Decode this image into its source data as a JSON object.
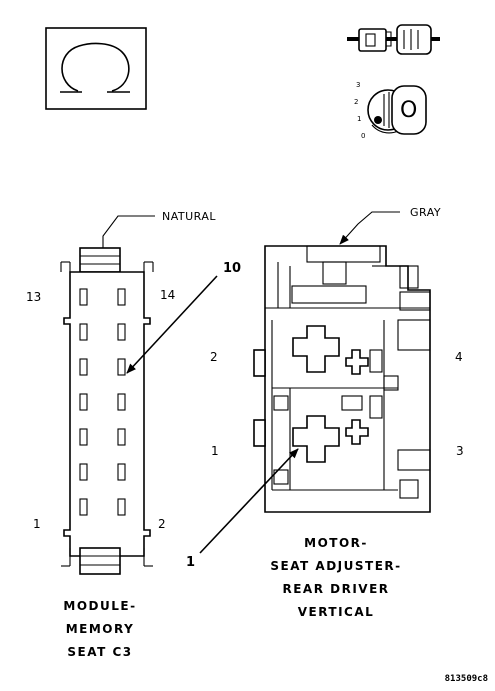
{
  "legend": {
    "key_positions": [
      "3",
      "2",
      "1",
      "0"
    ],
    "key_glyph": "O"
  },
  "connector_left": {
    "color_label": "NATURAL",
    "pin_labels": {
      "top_left": "13",
      "top_right": "14",
      "bottom_left": "1",
      "bottom_right": "2"
    },
    "callout": "10",
    "caption_lines": [
      "MODULE-",
      "MEMORY",
      "SEAT C3"
    ]
  },
  "connector_right": {
    "color_label": "GRAY",
    "pin_labels": {
      "upper_left": "2",
      "upper_right": "4",
      "lower_left": "1",
      "lower_right": "3"
    },
    "callout": "1",
    "caption_lines": [
      "MOTOR-",
      "SEAT ADJUSTER-",
      "REAR DRIVER",
      "VERTICAL"
    ]
  },
  "figure_id": "813509c8"
}
